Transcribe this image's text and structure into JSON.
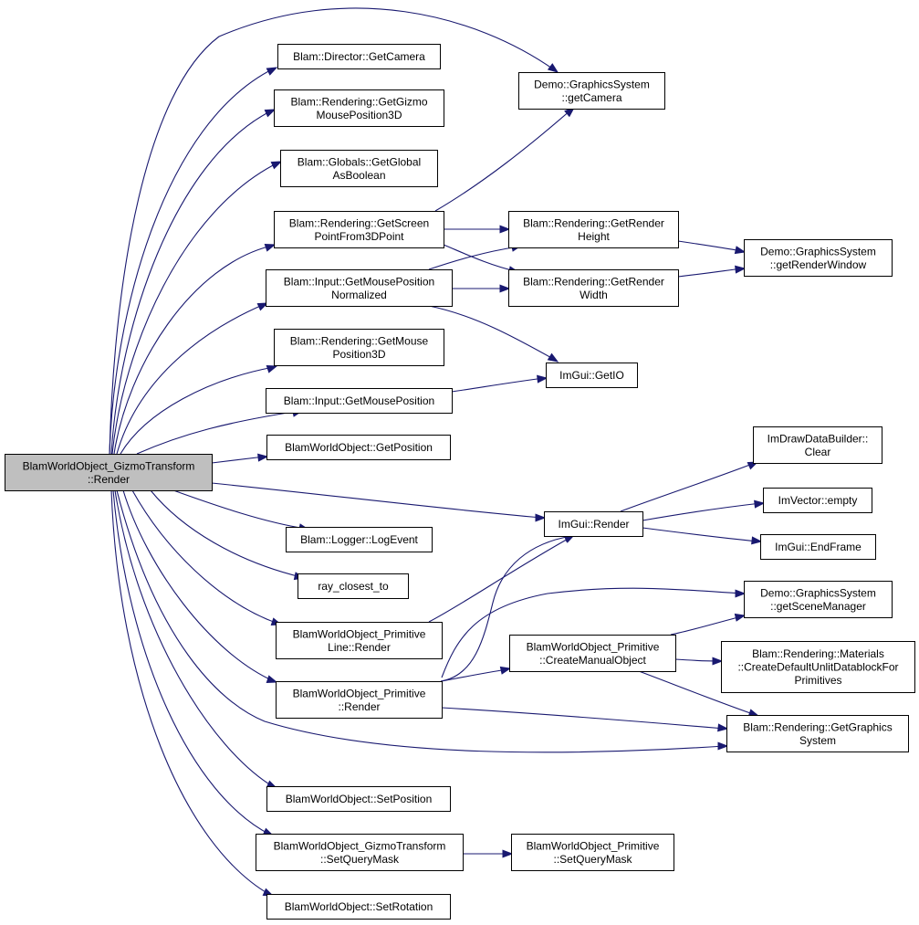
{
  "diagram": {
    "nodes": {
      "root": [
        "BlamWorldObject_GizmoTransform",
        "::Render"
      ],
      "director_getcamera": [
        "Blam::Director::GetCamera"
      ],
      "render_gizmo_mouse": [
        "Blam::Rendering::GetGizmo",
        "MousePosition3D"
      ],
      "globals_getbool": [
        "Blam::Globals::GetGlobal",
        "AsBoolean"
      ],
      "render_screenpoint": [
        "Blam::Rendering::GetScreen",
        "PointFrom3DPoint"
      ],
      "input_mouse_norm": [
        "Blam::Input::GetMousePosition",
        "Normalized"
      ],
      "render_mousepos3d": [
        "Blam::Rendering::GetMouse",
        "Position3D"
      ],
      "input_mousepos": [
        "Blam::Input::GetMousePosition"
      ],
      "wo_getposition": [
        "BlamWorldObject::GetPosition"
      ],
      "logger_logevent": [
        "Blam::Logger::LogEvent"
      ],
      "ray_closest": [
        "ray_closest_to"
      ],
      "prim_line_render": [
        "BlamWorldObject_Primitive",
        "Line::Render"
      ],
      "prim_render": [
        "BlamWorldObject_Primitive",
        "::Render"
      ],
      "wo_setposition": [
        "BlamWorldObject::SetPosition"
      ],
      "gizmo_setquerymask": [
        "BlamWorldObject_GizmoTransform",
        "::SetQueryMask"
      ],
      "wo_setrotation": [
        "BlamWorldObject::SetRotation"
      ],
      "demo_getcamera": [
        "Demo::GraphicsSystem",
        "::getCamera"
      ],
      "render_height": [
        "Blam::Rendering::GetRender",
        "Height"
      ],
      "render_width": [
        "Blam::Rendering::GetRender",
        "Width"
      ],
      "imgui_getio": [
        "ImGui::GetIO"
      ],
      "imgui_render": [
        "ImGui::Render"
      ],
      "prim_createmanual": [
        "BlamWorldObject_Primitive",
        "::CreateManualObject"
      ],
      "prim_setquerymask": [
        "BlamWorldObject_Primitive",
        "::SetQueryMask"
      ],
      "demo_renderwindow": [
        "Demo::GraphicsSystem",
        "::getRenderWindow"
      ],
      "imdraw_clear": [
        "ImDrawDataBuilder::",
        "Clear"
      ],
      "imvector_empty": [
        "ImVector::empty"
      ],
      "imgui_endframe": [
        "ImGui::EndFrame"
      ],
      "demo_scenemanager": [
        "Demo::GraphicsSystem",
        "::getSceneManager"
      ],
      "materials_datablock": [
        "Blam::Rendering::Materials",
        "::CreateDefaultUnlitDatablockFor",
        "Primitives"
      ],
      "render_graphicssystem": [
        "Blam::Rendering::GetGraphics",
        "System"
      ]
    },
    "edges": [
      [
        "root",
        "director_getcamera"
      ],
      [
        "root",
        "render_gizmo_mouse"
      ],
      [
        "root",
        "globals_getbool"
      ],
      [
        "root",
        "render_screenpoint"
      ],
      [
        "root",
        "input_mouse_norm"
      ],
      [
        "root",
        "render_mousepos3d"
      ],
      [
        "root",
        "input_mousepos"
      ],
      [
        "root",
        "wo_getposition"
      ],
      [
        "root",
        "imgui_render"
      ],
      [
        "root",
        "logger_logevent"
      ],
      [
        "root",
        "ray_closest"
      ],
      [
        "root",
        "prim_line_render"
      ],
      [
        "root",
        "prim_render"
      ],
      [
        "root",
        "render_graphicssystem"
      ],
      [
        "root",
        "wo_setposition"
      ],
      [
        "root",
        "gizmo_setquerymask"
      ],
      [
        "root",
        "wo_setrotation"
      ],
      [
        "root",
        "demo_getcamera"
      ],
      [
        "render_screenpoint",
        "demo_getcamera"
      ],
      [
        "render_screenpoint",
        "render_height"
      ],
      [
        "render_screenpoint",
        "render_width"
      ],
      [
        "input_mouse_norm",
        "render_height"
      ],
      [
        "input_mouse_norm",
        "render_width"
      ],
      [
        "input_mouse_norm",
        "imgui_getio"
      ],
      [
        "input_mousepos",
        "imgui_getio"
      ],
      [
        "render_height",
        "demo_renderwindow"
      ],
      [
        "render_width",
        "demo_renderwindow"
      ],
      [
        "imgui_render",
        "imdraw_clear"
      ],
      [
        "imgui_render",
        "imvector_empty"
      ],
      [
        "imgui_render",
        "imgui_endframe"
      ],
      [
        "prim_line_render",
        "imgui_render"
      ],
      [
        "prim_render",
        "imgui_render"
      ],
      [
        "prim_render",
        "prim_createmanual"
      ],
      [
        "prim_render",
        "demo_scenemanager"
      ],
      [
        "prim_render",
        "render_graphicssystem"
      ],
      [
        "prim_createmanual",
        "demo_scenemanager"
      ],
      [
        "prim_createmanual",
        "materials_datablock"
      ],
      [
        "prim_createmanual",
        "render_graphicssystem"
      ],
      [
        "gizmo_setquerymask",
        "prim_setquerymask"
      ]
    ],
    "colors": {
      "edge": "#191970",
      "node_border": "#000000",
      "node_fill": "#ffffff",
      "root_fill": "#bfbfbf",
      "text": "#000000"
    }
  }
}
